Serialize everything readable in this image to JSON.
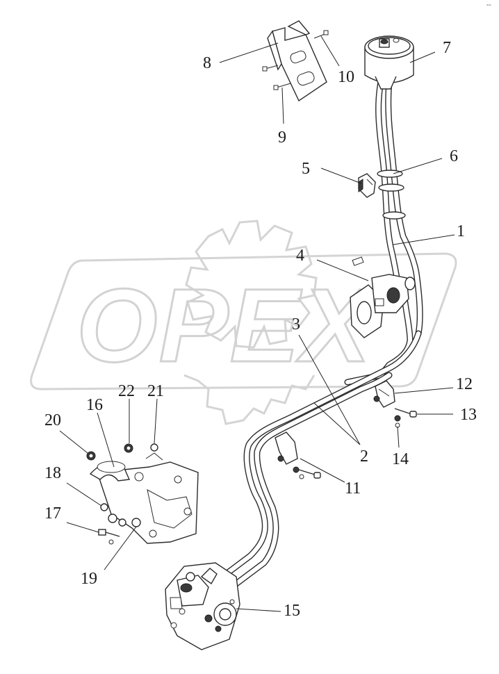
{
  "watermark": {
    "text": "OPEX"
  },
  "callouts": [
    {
      "id": "1",
      "label": "1"
    },
    {
      "id": "2",
      "label": "2"
    },
    {
      "id": "3",
      "label": "3"
    },
    {
      "id": "4",
      "label": "4"
    },
    {
      "id": "5",
      "label": "5"
    },
    {
      "id": "6",
      "label": "6"
    },
    {
      "id": "7",
      "label": "7"
    },
    {
      "id": "8",
      "label": "8"
    },
    {
      "id": "9",
      "label": "9"
    },
    {
      "id": "10",
      "label": "10"
    },
    {
      "id": "11",
      "label": "11"
    },
    {
      "id": "12",
      "label": "12"
    },
    {
      "id": "13",
      "label": "13"
    },
    {
      "id": "14",
      "label": "14"
    },
    {
      "id": "15",
      "label": "15"
    },
    {
      "id": "16",
      "label": "16"
    },
    {
      "id": "17",
      "label": "17"
    },
    {
      "id": "18",
      "label": "18"
    },
    {
      "id": "19",
      "label": "19"
    },
    {
      "id": "20",
      "label": "20"
    },
    {
      "id": "21",
      "label": "21"
    },
    {
      "id": "22",
      "label": "22"
    }
  ],
  "corner_mark": "--"
}
